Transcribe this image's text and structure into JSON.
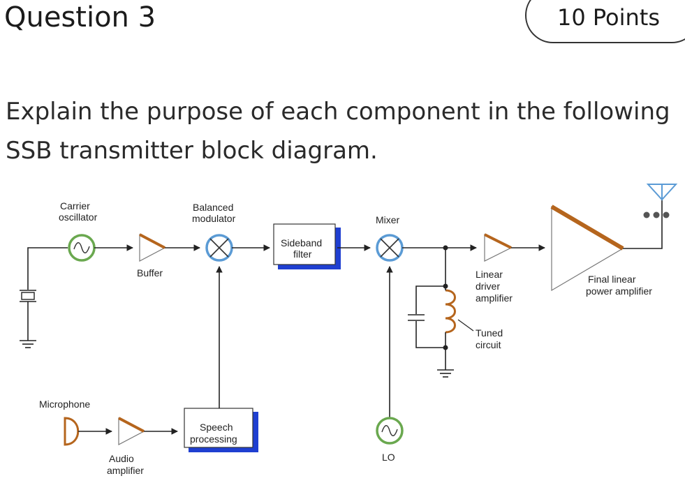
{
  "question": {
    "title": "Question 3",
    "points": "10 Points"
  },
  "prompt": {
    "line1": "Explain the purpose of each component in the following",
    "line2": "SSB transmitter block diagram."
  },
  "diagram": {
    "labels": {
      "carrier_line1": "Carrier",
      "carrier_line2": "oscillator",
      "buffer": "Buffer",
      "balanced_line1": "Balanced",
      "balanced_line2": "modulator",
      "sideband_line1": "Sideband",
      "sideband_line2": "filter",
      "mixer": "Mixer",
      "lo": "LO",
      "linear_line1": "Linear",
      "linear_line2": "driver",
      "linear_line3": "amplifier",
      "tuned_line1": "Tuned",
      "tuned_line2": "circuit",
      "final_line1": "Final linear",
      "final_line2": "power amplifier",
      "microphone": "Microphone",
      "audio_line1": "Audio",
      "audio_line2": "amplifier",
      "speech_line1": "Speech",
      "speech_line2": "processing"
    },
    "colors": {
      "amplifier": "#b5651d",
      "oscillator": "#6aa84f",
      "mixer": "#5b9bd5",
      "block_shadow": "#1f3fd1"
    }
  }
}
